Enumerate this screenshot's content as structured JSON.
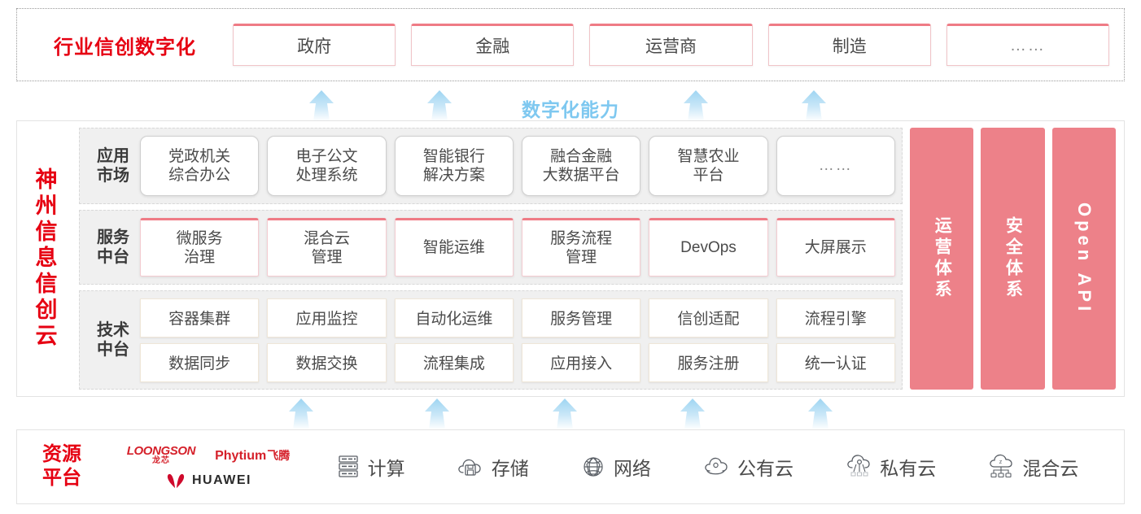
{
  "industry": {
    "title": "行业信创数字化",
    "tabs": [
      {
        "label": "政府"
      },
      {
        "label": "金融"
      },
      {
        "label": "运营商"
      },
      {
        "label": "制造"
      },
      {
        "label": "……"
      }
    ]
  },
  "capability_label": "数字化能力",
  "cloud": {
    "title_chars": [
      "神",
      "州",
      "信",
      "息",
      "信",
      "创",
      "云"
    ],
    "layers": [
      {
        "id": "app-market",
        "label_lines": [
          "应用",
          "市场"
        ],
        "cards": [
          {
            "line1": "党政机关",
            "line2": "综合办公"
          },
          {
            "line1": "电子公文",
            "line2": "处理系统"
          },
          {
            "line1": "智能银行",
            "line2": "解决方案"
          },
          {
            "line1": "融合金融",
            "line2": "大数据平台"
          },
          {
            "line1": "智慧农业",
            "line2": "平台"
          },
          {
            "line1": "……",
            "line2": ""
          }
        ]
      },
      {
        "id": "service-platform",
        "label_lines": [
          "服务",
          "中台"
        ],
        "cards": [
          {
            "line1": "微服务",
            "line2": "治理"
          },
          {
            "line1": "混合云",
            "line2": "管理"
          },
          {
            "line1": "智能运维",
            "line2": ""
          },
          {
            "line1": "服务流程",
            "line2": "管理"
          },
          {
            "line1": "DevOps",
            "line2": ""
          },
          {
            "line1": "大屏展示",
            "line2": ""
          }
        ]
      },
      {
        "id": "tech-platform",
        "label_lines": [
          "技术",
          "中台"
        ],
        "row1": [
          "容器集群",
          "应用监控",
          "自动化运维",
          "服务管理",
          "信创适配",
          "流程引擎"
        ],
        "row2": [
          "数据同步",
          "数据交换",
          "流程集成",
          "应用接入",
          "服务注册",
          "统一认证"
        ]
      }
    ],
    "side_panels": [
      {
        "id": "operations-system",
        "text": "运营体系",
        "latin": false
      },
      {
        "id": "security-system",
        "text": "安全体系",
        "latin": false
      },
      {
        "id": "open-api",
        "text": "Open API",
        "latin": true
      }
    ]
  },
  "resource": {
    "title_lines": [
      "资源",
      "平台"
    ],
    "vendors": [
      {
        "id": "loongson",
        "en": "LOONGSON",
        "cn": "龙芯"
      },
      {
        "id": "phytium",
        "en": "Phytium",
        "cn": "飞腾"
      },
      {
        "id": "huawei",
        "en": "HUAWEI",
        "cn": ""
      }
    ],
    "items": [
      {
        "icon": "server-icon",
        "label": "计算"
      },
      {
        "icon": "cloud-storage-icon",
        "label": "存储"
      },
      {
        "icon": "network-icon",
        "label": "网络"
      },
      {
        "icon": "public-cloud-icon",
        "label": "公有云"
      },
      {
        "icon": "private-cloud-icon",
        "label": "私有云"
      },
      {
        "icon": "hybrid-cloud-icon",
        "label": "混合云"
      }
    ]
  },
  "colors": {
    "brand_red": "#E60012",
    "panel_pink": "#ED8189",
    "accent_blue": "#7EC8F0",
    "card_top_pink": "#EF7B85"
  }
}
